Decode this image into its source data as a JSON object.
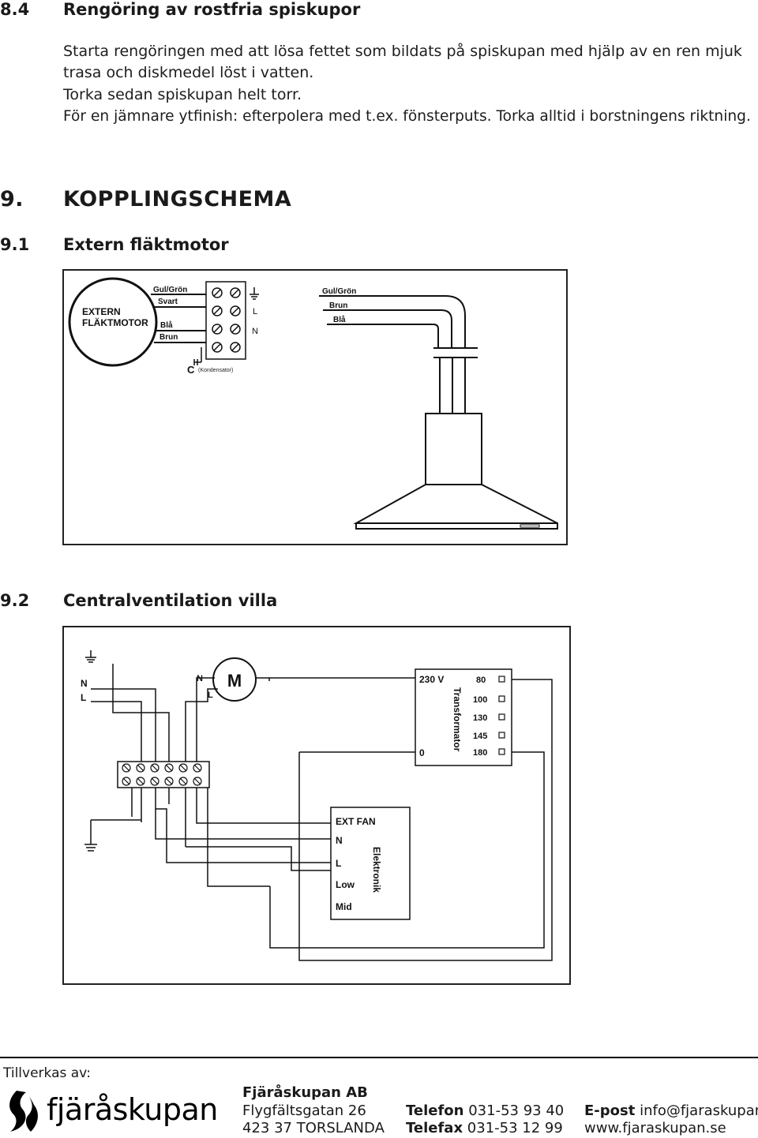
{
  "section_84": {
    "number": "8.4",
    "title": "Rengöring av rostfria spiskupor",
    "lines": [
      "Starta rengöringen med att lösa fettet som bildats på spiskupan med hjälp av en ren mjuk",
      "trasa och diskmedel löst i vatten.",
      "Torka sedan spiskupan helt torr.",
      "För en jämnare ytfinish: efterpolera med t.ex. fönsterputs. Torka alltid i borstningens riktning."
    ]
  },
  "section_9": {
    "number": "9.",
    "title": "KOPPLINGSCHEMA"
  },
  "section_91": {
    "number": "9.1",
    "title": "Extern fläktmotor",
    "diagram": {
      "motor_label_1": "EXTERN",
      "motor_label_2": "FLÄKTMOTOR",
      "wire_gulgron": "Gul/Grön",
      "wire_svart": "Svart",
      "wire_bla": "Blå",
      "wire_brun": "Brun",
      "term_l": "L",
      "term_n": "N",
      "cap_c": "C",
      "cap_note": "(Kondensator)",
      "right_gulgron": "Gul/Grön",
      "right_brun": "Brun",
      "right_bla": "Blå"
    }
  },
  "section_92": {
    "number": "9.2",
    "title": "Centralventilation villa",
    "diagram": {
      "n": "N",
      "l": "L",
      "motor_n": "N",
      "motor_l": "L",
      "motor_m": "M",
      "trafo_230": "230 V",
      "trafo_0": "0",
      "trafo_title": "Transformator",
      "taps": [
        "80",
        "100",
        "130",
        "145",
        "180"
      ],
      "elec_title": "Elektronik",
      "elec_ext": "EXT FAN",
      "elec_n": "N",
      "elec_l": "L",
      "elec_low": "Low",
      "elec_mid": "Mid"
    }
  },
  "footer": {
    "made_by": "Tillverkas av:",
    "logo_text": "fjäråskupan",
    "company": "Fjäråskupan AB",
    "street": "Flygfältsgatan 26",
    "city": "423 37 TORSLANDA",
    "tel_label": "Telefon",
    "tel": "031-53 93 40",
    "fax_label": "Telefax",
    "fax": "031-53 12 99",
    "email_label": "E-post",
    "email": "info@fjaraskupan.se",
    "web": "www.fjaraskupan.se"
  }
}
